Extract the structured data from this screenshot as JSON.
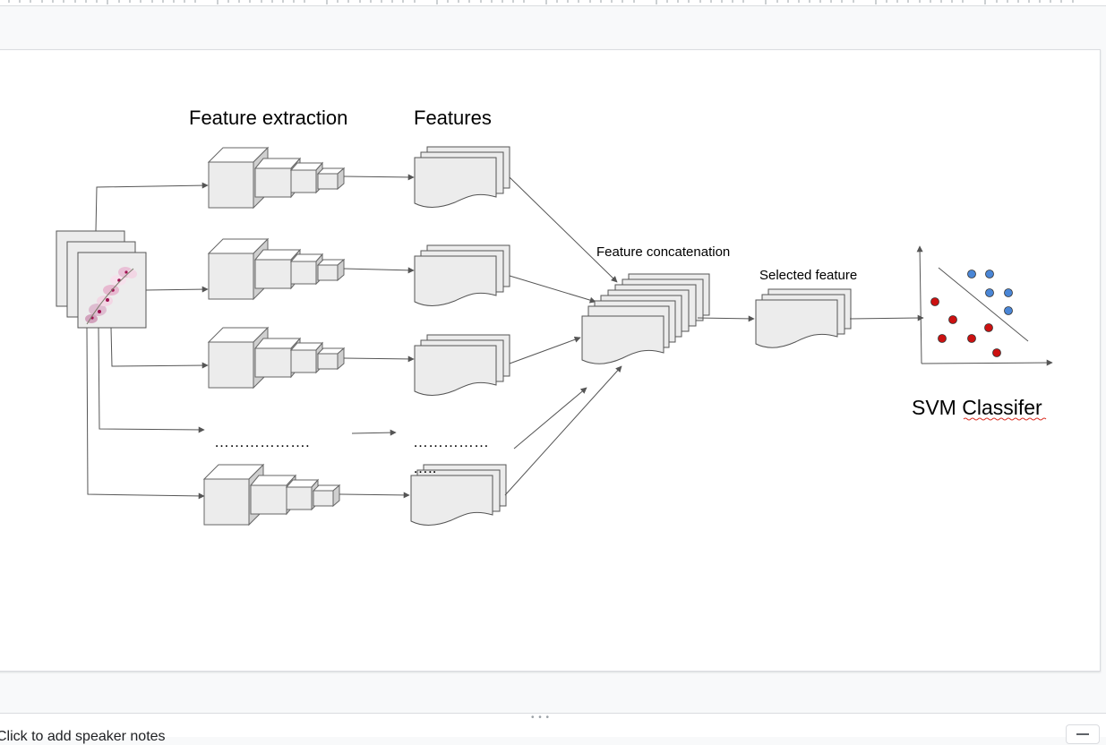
{
  "diagram": {
    "labels": {
      "feature_extraction": "Feature extraction",
      "features": "Features",
      "feature_concatenation": "Feature concatenation",
      "selected_feature": "Selected feature",
      "svm_classifier": "SVM Classifer",
      "ellipsis_cnn": "……………….",
      "ellipsis_features": "……………",
      "ellipsis_features_2": "….."
    },
    "colors": {
      "class_red": "#cc1111",
      "class_blue": "#4a86d6",
      "box_fill": "#ececec",
      "stroke": "#555555"
    }
  },
  "notes": {
    "placeholder_text": "Click to add speaker notes"
  },
  "icons": {
    "ruler": "ruler-icon",
    "resize_handle": "drag-handle-icon",
    "notes_toggle": "menu-icon"
  }
}
